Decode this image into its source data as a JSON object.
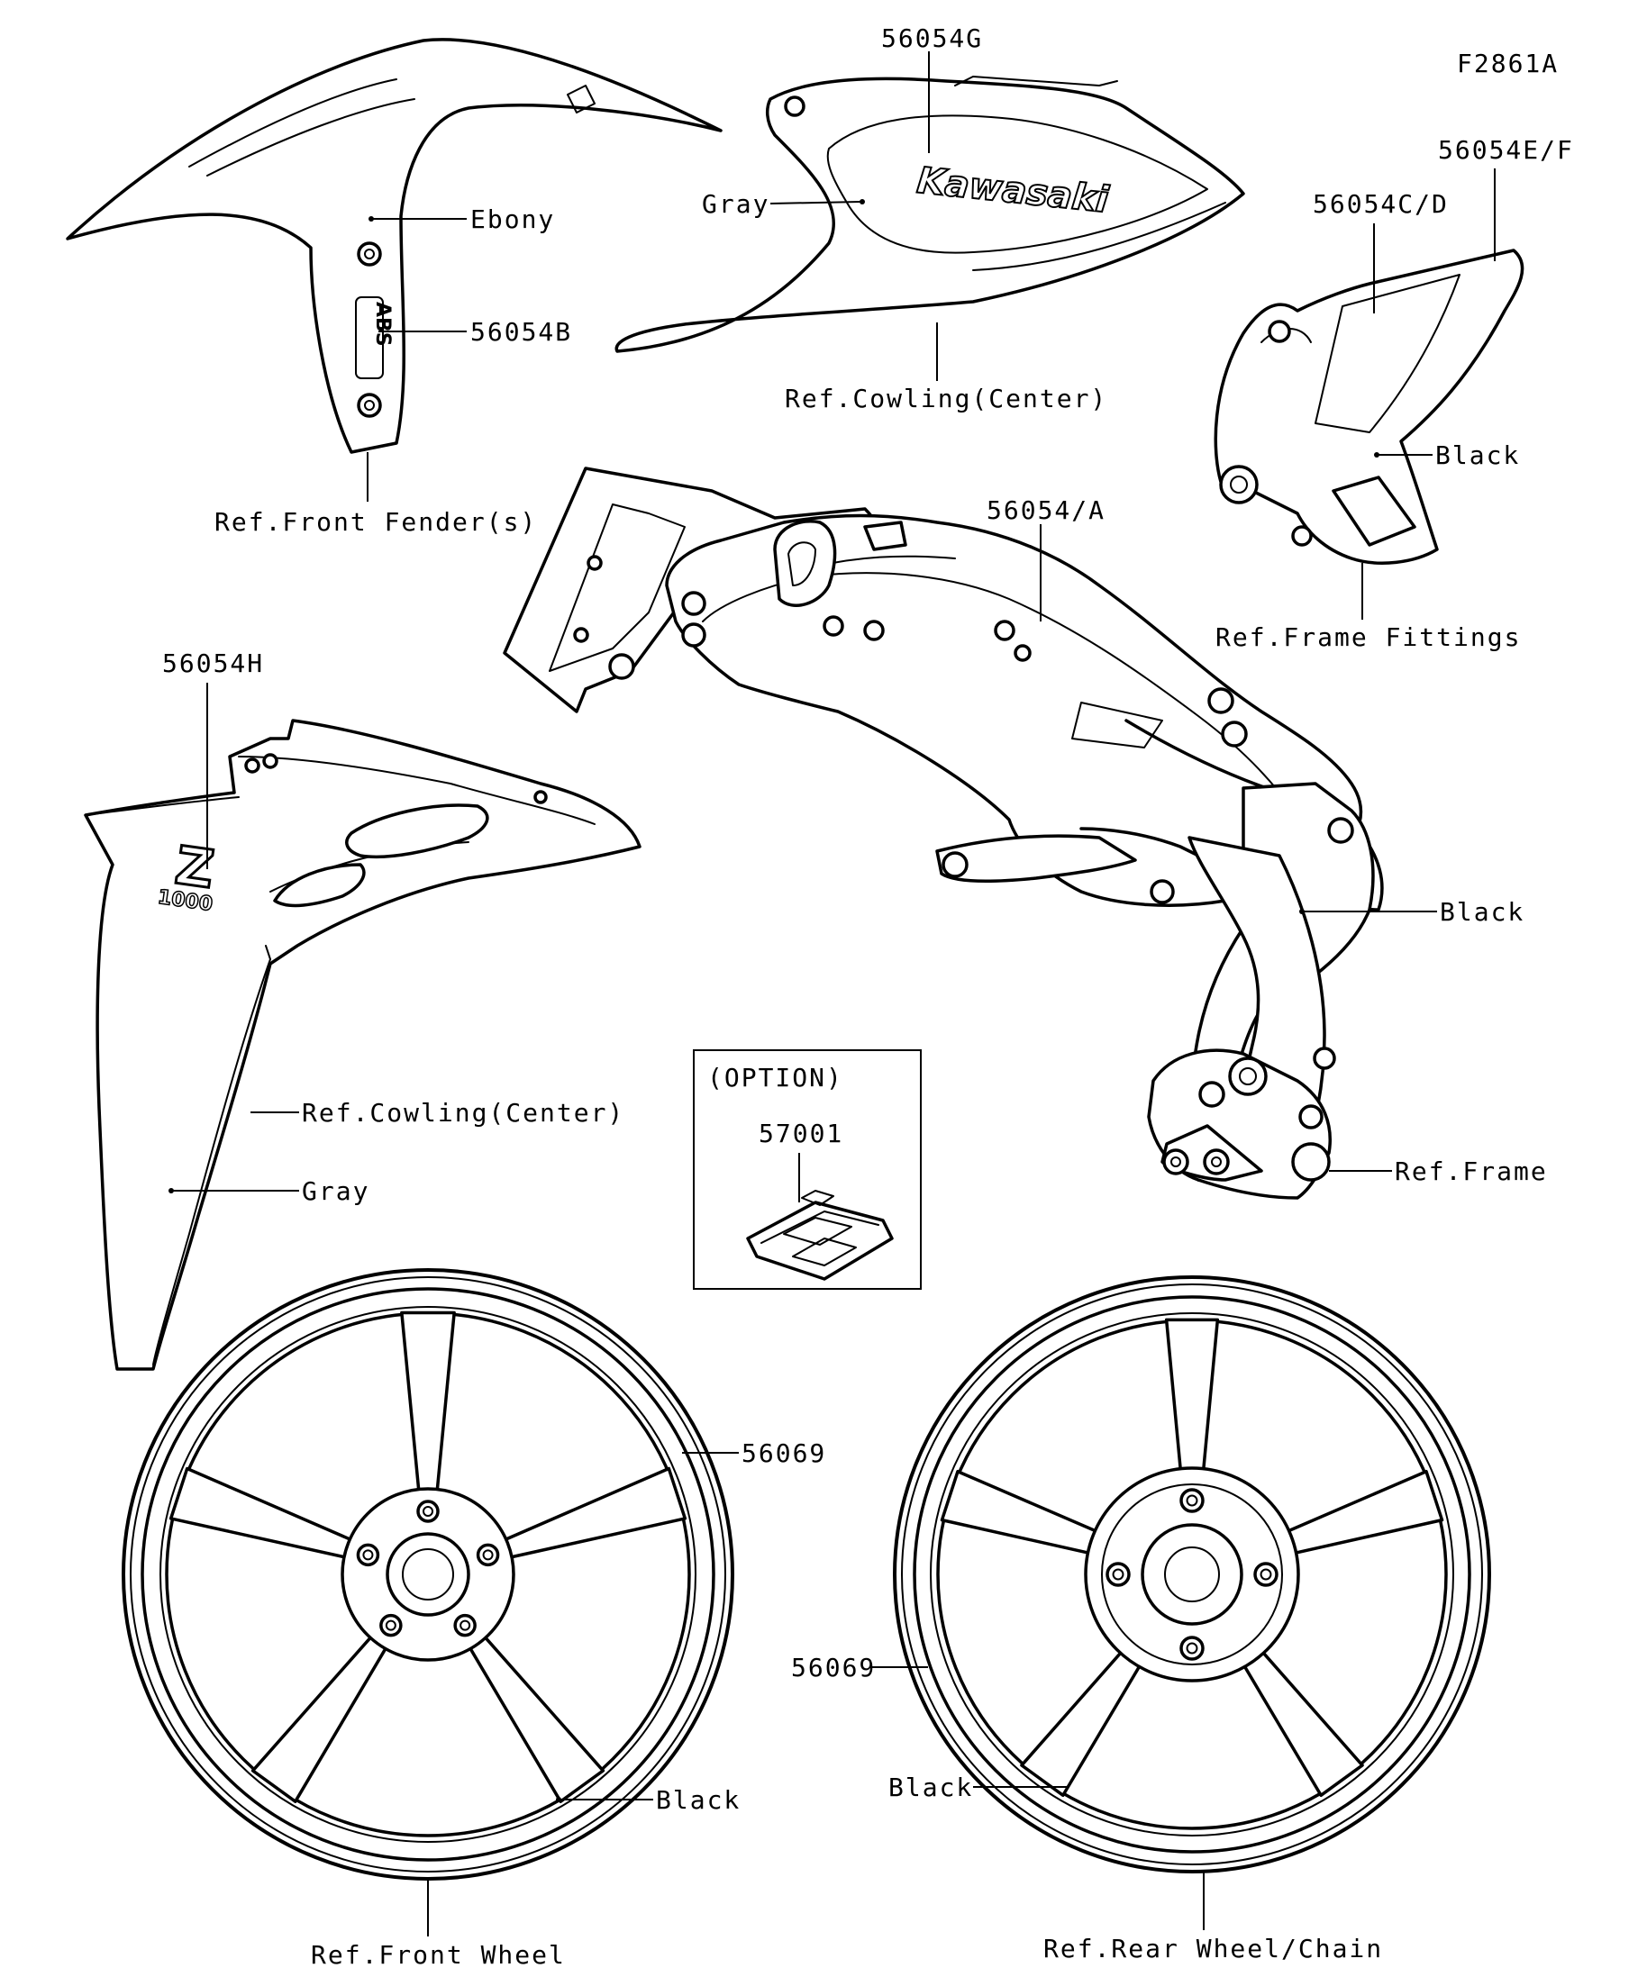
{
  "figure_id": "F2861A",
  "labels": {
    "p56054G": "56054G",
    "p56054EF": "56054E/F",
    "p56054CD": "56054C/D",
    "ebony": "Ebony",
    "gray_top": "Gray",
    "p56054B": "56054B",
    "ref_cowling_center_top": "Ref.Cowling(Center)",
    "black_fittings": "Black",
    "ref_front_fenders": "Ref.Front Fender(s)",
    "p56054A": "56054/A",
    "ref_frame_fittings": "Ref.Frame Fittings",
    "p56054H": "56054H",
    "black_frame": "Black",
    "option": "(OPTION)",
    "p57001": "57001",
    "ref_cowling_center_left": "Ref.Cowling(Center)",
    "gray_left": "Gray",
    "ref_frame": "Ref.Frame",
    "p56069_front": "56069",
    "p56069_rear": "56069",
    "black_front_wheel": "Black",
    "black_rear_wheel": "Black",
    "ref_front_wheel": "Ref.Front Wheel",
    "ref_rear_wheel_chain": "Ref.Rear Wheel/Chain"
  },
  "decals": {
    "kawasaki": "Kawasaki",
    "abs": "ABS",
    "z_logo": "Z",
    "z_model": "1000"
  }
}
